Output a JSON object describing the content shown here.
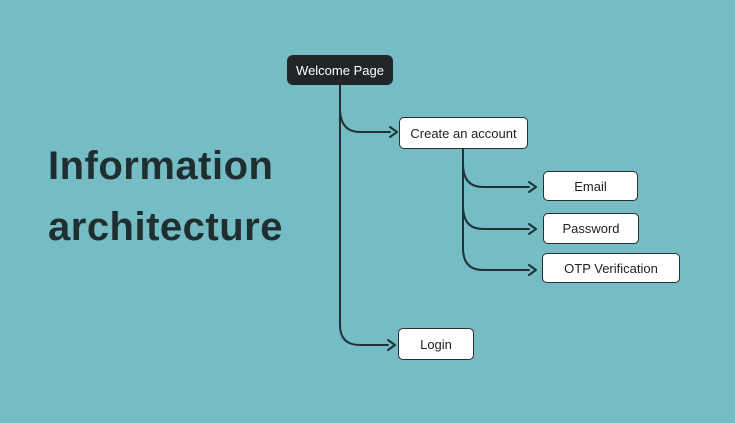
{
  "title": {
    "line1": "Information",
    "line2": "architecture"
  },
  "nodes": {
    "welcome": {
      "label": "Welcome Page"
    },
    "create_account": {
      "label": "Create an account"
    },
    "email": {
      "label": "Email"
    },
    "password": {
      "label": "Password"
    },
    "otp": {
      "label": "OTP Verification"
    },
    "login": {
      "label": "Login"
    }
  },
  "colors": {
    "background": "#76bcc4",
    "dark_node_bg": "#212528",
    "dark_node_text": "#ffffff",
    "light_node_bg": "#ffffff",
    "node_border": "#2b2f31",
    "connector": "#1f3338",
    "title_text": "#1f2e30"
  }
}
